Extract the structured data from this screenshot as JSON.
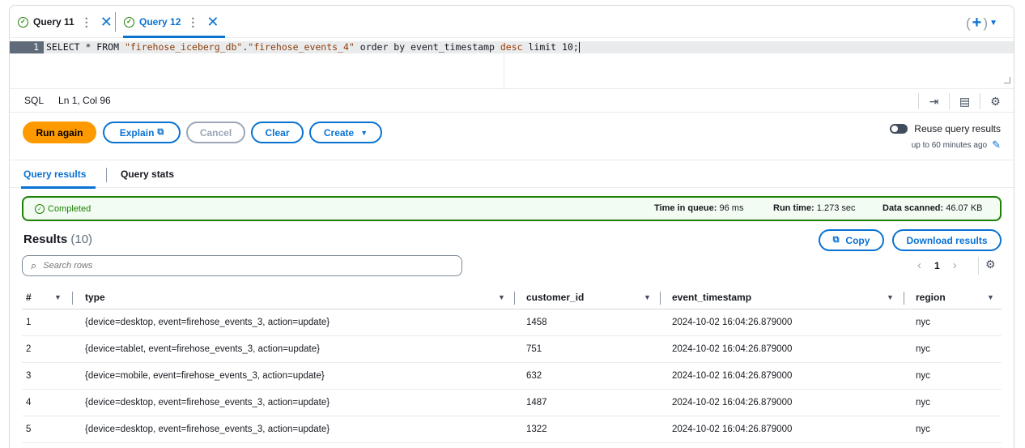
{
  "tabs": [
    {
      "label": "Query 11",
      "active": false
    },
    {
      "label": "Query 12",
      "active": true
    }
  ],
  "editor": {
    "line_number": "1",
    "code": {
      "p1": "SELECT * FROM ",
      "p2": "\"firehose_iceberg_db\"",
      "p3": ".",
      "p4": "\"firehose_events_4\"",
      "p5": " order by event_timestamp ",
      "p6": "desc",
      "p7": " limit 10;"
    }
  },
  "statusbar": {
    "language": "SQL",
    "position": "Ln 1, Col 96"
  },
  "actions": {
    "run_again": "Run again",
    "explain": "Explain",
    "cancel": "Cancel",
    "clear": "Clear",
    "create": "Create"
  },
  "reuse": {
    "label": "Reuse query results",
    "sub": "up to 60 minutes ago"
  },
  "result_tabs": [
    "Query results",
    "Query stats"
  ],
  "banner": {
    "status": "Completed",
    "queue_label": "Time in queue:",
    "queue_value": "96 ms",
    "runtime_label": "Run time:",
    "runtime_value": "1.273 sec",
    "scanned_label": "Data scanned:",
    "scanned_value": "46.07 KB"
  },
  "results": {
    "title": "Results",
    "count": "(10)",
    "copy": "Copy",
    "download": "Download results",
    "search_placeholder": "Search rows",
    "page": "1"
  },
  "table": {
    "columns": [
      "#",
      "type",
      "customer_id",
      "event_timestamp",
      "region"
    ],
    "rows": [
      [
        "1",
        "{device=desktop, event=firehose_events_3, action=update}",
        "1458",
        "2024-10-02 16:04:26.879000",
        "nyc"
      ],
      [
        "2",
        "{device=tablet, event=firehose_events_3, action=update}",
        "751",
        "2024-10-02 16:04:26.879000",
        "nyc"
      ],
      [
        "3",
        "{device=mobile, event=firehose_events_3, action=update}",
        "632",
        "2024-10-02 16:04:26.879000",
        "nyc"
      ],
      [
        "4",
        "{device=desktop, event=firehose_events_3, action=update}",
        "1487",
        "2024-10-02 16:04:26.879000",
        "nyc"
      ],
      [
        "5",
        "{device=desktop, event=firehose_events_3, action=update}",
        "1322",
        "2024-10-02 16:04:26.879000",
        "nyc"
      ]
    ]
  },
  "colors": {
    "accent": "#0972d3",
    "primary_button": "#ff9900",
    "success": "#1d8102"
  }
}
